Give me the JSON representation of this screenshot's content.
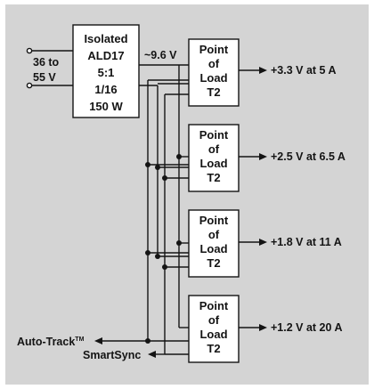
{
  "colors": {
    "panel_background": "#d4d4d4",
    "box_fill": "#ffffff",
    "line": "#141414"
  },
  "input": {
    "voltage_line1": "36 to",
    "voltage_line2": "55 V"
  },
  "converter": {
    "line1": "Isolated",
    "line2": "ALD17",
    "line3": "5:1",
    "line4": "1/16",
    "line5": "150 W"
  },
  "bus_voltage": "~9.6 V",
  "pol_modules": [
    {
      "line1": "Point",
      "line2": "of",
      "line3": "Load",
      "line4": "T2",
      "output": "+3.3 V at 5 A"
    },
    {
      "line1": "Point",
      "line2": "of",
      "line3": "Load",
      "line4": "T2",
      "output": "+2.5 V at 6.5 A"
    },
    {
      "line1": "Point",
      "line2": "of",
      "line3": "Load",
      "line4": "T2",
      "output": "+1.8 V at 11 A"
    },
    {
      "line1": "Point",
      "line2": "of",
      "line3": "Load",
      "line4": "T2",
      "output": "+1.2 V at 20 A"
    }
  ],
  "signals": {
    "auto_track": "Auto-Track",
    "auto_track_tm": "TM",
    "smartsync": "SmartSync"
  }
}
